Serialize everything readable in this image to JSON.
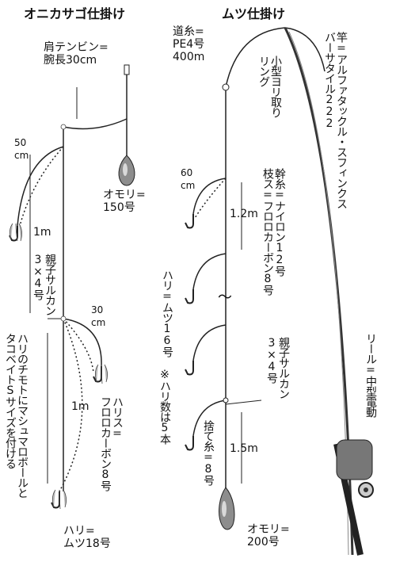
{
  "left_rig": {
    "title": "オニカサゴ仕掛け",
    "tenbin": "肩テンビン=\n腕長30cm",
    "sinker": "オモリ=\n150号",
    "dropper_len": "50\ncm",
    "dropper_len2": "30\ncm",
    "length_1m_a": "1m",
    "length_1m_b": "1m",
    "swivel": "親子サルカン\n3×4号",
    "harisu": "ハリス=\nフロロカーボン8号",
    "note": "ハリのチモトにマシュマロボールと\nタコベイトSサイズを付ける",
    "hook": "ハリ=\nムツ18号"
  },
  "right_rig": {
    "title": "ムツ仕掛け",
    "mainline": "道糸=\nPE4号\n400m",
    "ring": "小型ヨリ取り\nリング",
    "rod": "竿=アルファタックル・スフィンクス\nバーサタイル222",
    "mikiito": "幹糸=ナイロン12号\n枝ス=フロロカーボン8号",
    "dropper_len": "60\ncm",
    "spacing": "1.2m",
    "hook": "ハリ=ムツ16号",
    "hook_count": "※ハリ数は5本",
    "swivel": "親子サルカン\n3×4号",
    "sute_ito": "捨て糸=8号",
    "bottom_len": "1.5m",
    "reel": "リール=中型電動",
    "sinker": "オモリ=\n200号",
    "wave": "〜"
  }
}
